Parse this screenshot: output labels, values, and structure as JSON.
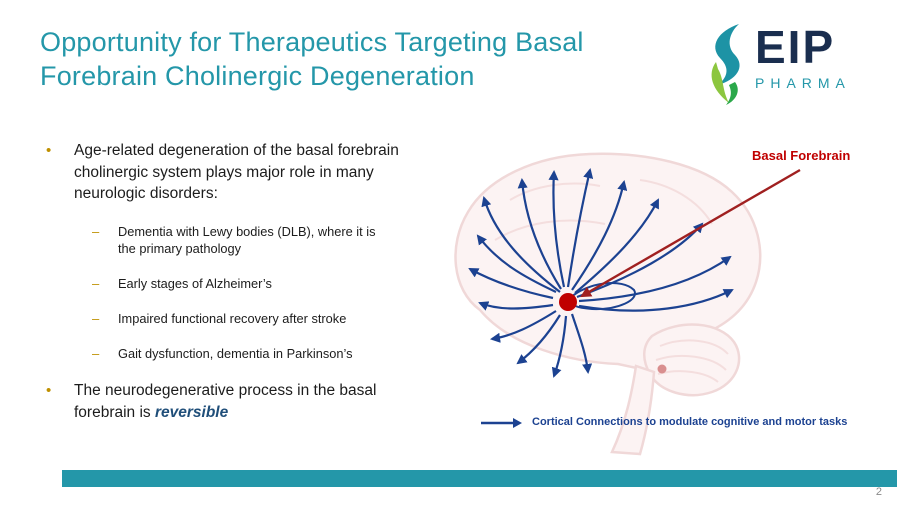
{
  "slide": {
    "title": "Opportunity for Therapeutics Targeting Basal Forebrain Cholinergic Degeneration",
    "page_number": "2"
  },
  "logo": {
    "name": "EIP",
    "subname": "PHARMA"
  },
  "bullets": {
    "marker": "•",
    "sub_marker": "–",
    "main1": "Age-related degeneration of the basal forebrain cholinergic system plays major role in many neurologic disorders:",
    "sub": [
      "Dementia with Lewy bodies (DLB), where it is the primary pathology",
      "Early stages of Alzheimer’s",
      "Impaired functional recovery after stroke",
      "Gait dysfunction, dementia in Parkinson’s"
    ],
    "main2_prefix": "The neurodegenerative process in the basal forebrain is ",
    "main2_emphasis": "reversible"
  },
  "diagram": {
    "label": "Basal Forebrain",
    "legend": "Cortical Connections to modulate cognitive and motor tasks"
  },
  "colors": {
    "accent_teal": "#2497A9",
    "bullet_gold": "#BF9000",
    "arrow_navy": "#1C4291",
    "label_red": "#C00000",
    "emphasis_blue": "#1F4E79",
    "brain_pink": "#F0D8D8"
  }
}
